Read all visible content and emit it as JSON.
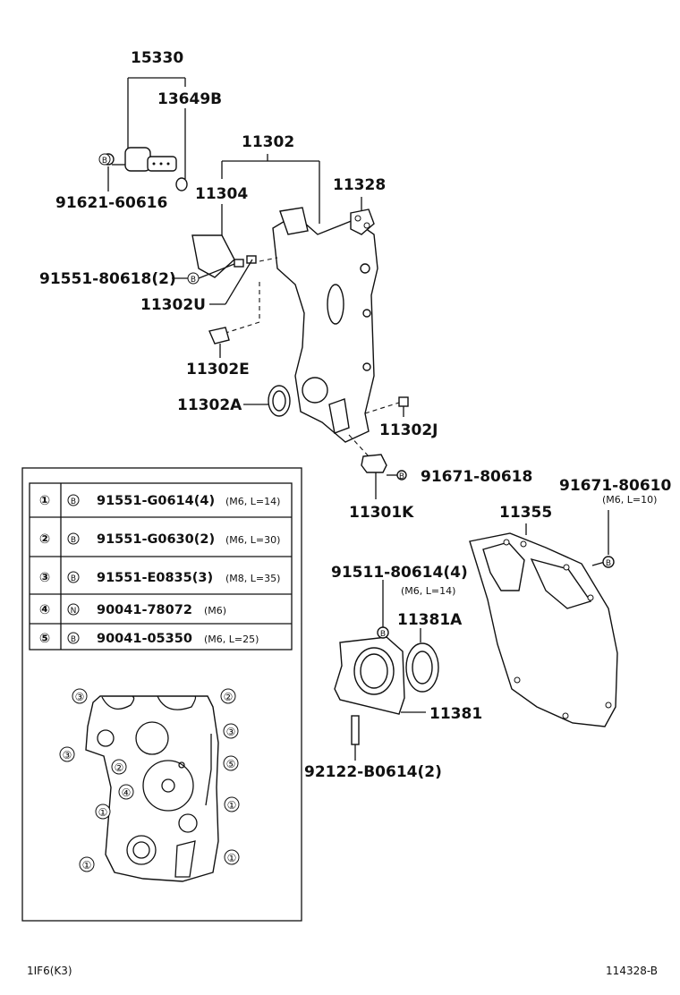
{
  "callouts": {
    "c15330": "15330",
    "c13649B": "13649B",
    "c11302": "11302",
    "c11328": "11328",
    "c11304": "11304",
    "c91621": "91621-60616",
    "c91551_80618": "91551-80618(2)",
    "c11302U": "11302U",
    "c11302E": "11302E",
    "c11302A": "11302A",
    "c11302J": "11302J",
    "c91671_80618": "91671-80618",
    "c11301K": "11301K",
    "c91671_80610": "91671-80610",
    "c91671_80610_spec": "(M6, L=10)",
    "c11355": "11355",
    "c91511": "91511-80614(4)",
    "c91511_spec": "(M6, L=14)",
    "c11381A": "11381A",
    "c11381": "11381",
    "c92122": "92122-B0614(2)"
  },
  "bolt_marker": "B",
  "nut_marker": "N",
  "bolt_table": [
    {
      "num": "①",
      "marker": "B",
      "part": "91551-G0614(4)",
      "spec": "(M6, L=14)"
    },
    {
      "num": "②",
      "marker": "B",
      "part": "91551-G0630(2)",
      "spec": "(M6, L=30)"
    },
    {
      "num": "③",
      "marker": "B",
      "part": "91551-E0835(3)",
      "spec": "(M8, L=35)"
    },
    {
      "num": "④",
      "marker": "N",
      "part": "90041-78072",
      "spec": "(M6)"
    },
    {
      "num": "⑤",
      "marker": "B",
      "part": "90041-05350",
      "spec": "(M6, L=25)"
    }
  ],
  "bolt_locations": [
    "③",
    "②",
    "③",
    "③",
    "②",
    "⑤",
    "④",
    "①",
    "①",
    "①",
    "①"
  ],
  "footer": {
    "left": "1IF6(K3)",
    "right": "114328-B"
  }
}
